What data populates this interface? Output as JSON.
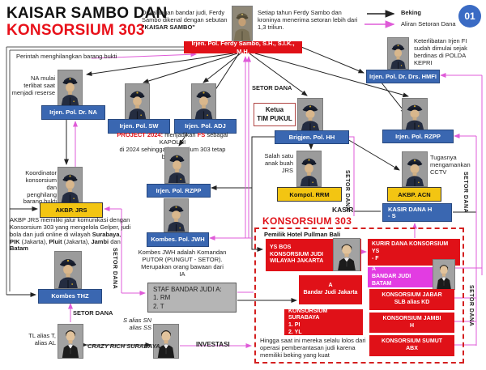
{
  "title": {
    "line1": "KAISAR SAMBO DAN",
    "line2": "KONSORSIUM 303"
  },
  "intro": {
    "p1": "Di kalangan bandar judi, Ferdy Sambo dikenal dengan sebutan ",
    "p2": "\"KAISAR SAMBO\""
  },
  "setoran_note": "Setiap tahun Ferdy Sambo dan kroninya menerima setoran lebih dari 1,3 triliun.",
  "legend": {
    "beking": "Beking",
    "aliran": "Aliran Setoran Dana"
  },
  "badge": "01",
  "officers": {
    "ferdy": "Irjen. Pol. Ferdy Sambo, S.H., S.I.K., M.H.",
    "na": "Irjen. Pol. Dr. NA",
    "sw": "Irjen. Pol. SW",
    "adj": "Irjen. Pol. ADJ",
    "rzpp_center": "Irjen. Pol. RZPP",
    "hmfi": "Irjen. Pol. Dr. Drs. HMFI",
    "hh": "Brigjen. Pol. HH",
    "rzpp_right": "Irjen. Pol. RZPP",
    "rrm": "Kompol. RRM",
    "acn": "AKBP. ACN",
    "jrs": "AKBP. JRS",
    "jwh": "Kombes. Pol. JWH",
    "thz": "Kombes THZ"
  },
  "labels": {
    "perintah": "Perintah menghilangkan barang bukti",
    "na_note": "NA mulai terlibat saat menjadi reserse",
    "hmfi_note": "Keterlibatan Irjen FI sudah dimulai sejak berdinas di POLDA KEPRI",
    "setor_dana": "SETOR DANA",
    "kasir": "KASIR",
    "ketua": [
      "Ketua",
      "TIM PUKUL"
    ],
    "rrm_note": "Salah satu anak buah JRS",
    "acn_note": "Tugasnya mengamankan CCTV",
    "kasir_dana": [
      "KASIR DANA H",
      "- S"
    ],
    "jrs_role": "Koordinator konsorsium dan penghilang barang bukti",
    "jwh_note": "Kombes JWH adalah Komandan PUTOR (PUNGUT - SETOR). Merupakan orang bawaan dari IA",
    "staf": [
      "STAF BANDAR JUDI A:",
      "1. RM",
      "2. T"
    ],
    "tl": "TL alias T, alias AL",
    "s": "S alias SN alias SS",
    "crazy": "CRAZY RICH SURABAYA",
    "investasi": "INVESTASI"
  },
  "project": {
    "p1": "PROJECT 2024:",
    "p2": " menjadikan ",
    "p3": "FS",
    "p4": " sebagai KAPOLRI",
    "line2": "di 2024 sehingga konsorsium 303 tetap berjalan"
  },
  "jrs_note": {
    "n1": "AKBP JRS memiliki jalur komunikasi dengan Konsorsium 303 yang mengelola Gelper, judi bola dan judi online di wilayah ",
    "b1": "Surabaya",
    "n2": ", ",
    "b2": "PIK",
    "n3": " (Jakarta), ",
    "b3": "Pluit",
    "n4": " (Jakarta), ",
    "b4": "Jambi",
    "n5": " dan ",
    "b5": "Batam"
  },
  "konsorsium": {
    "title": "KONSORSIUM 303",
    "pemilik": "Pemilik Hotel Pullman Bali",
    "ys_bos": [
      "YS BOS",
      "KONSORSIUM JUDI",
      "WILAYAH JAKARTA"
    ],
    "kurir": [
      "KURIR DANA KONSORSIUM YS",
      "- F"
    ],
    "batam": [
      "A",
      "BANDAR JUDI BATAM"
    ],
    "jakarta": [
      "A",
      "Bandar Judi Jakarta"
    ],
    "jabar": [
      "KONSORSIUM JABAR",
      "SLB alias KD"
    ],
    "surabaya": [
      "KONSORSIUM SURABAYA",
      "1. PI",
      "2. YL"
    ],
    "jambi": [
      "KONSORSIUM JAMBI",
      "H"
    ],
    "sumut": [
      "KONSORSIUM SUMUT",
      "ABX"
    ],
    "footer": "Hingga saat ini mereka selalu lolos dari operasi pemberantasan judi karena memiliki beking yang kuat"
  },
  "colors": {
    "red": "#e01118",
    "blue": "#3a67b1",
    "yellow": "#f3c512",
    "magenta": "#e23ce2",
    "badge_blue": "#3a6bc4",
    "dashed_red": "#d42020",
    "line_magenta": "#df5bd8"
  }
}
